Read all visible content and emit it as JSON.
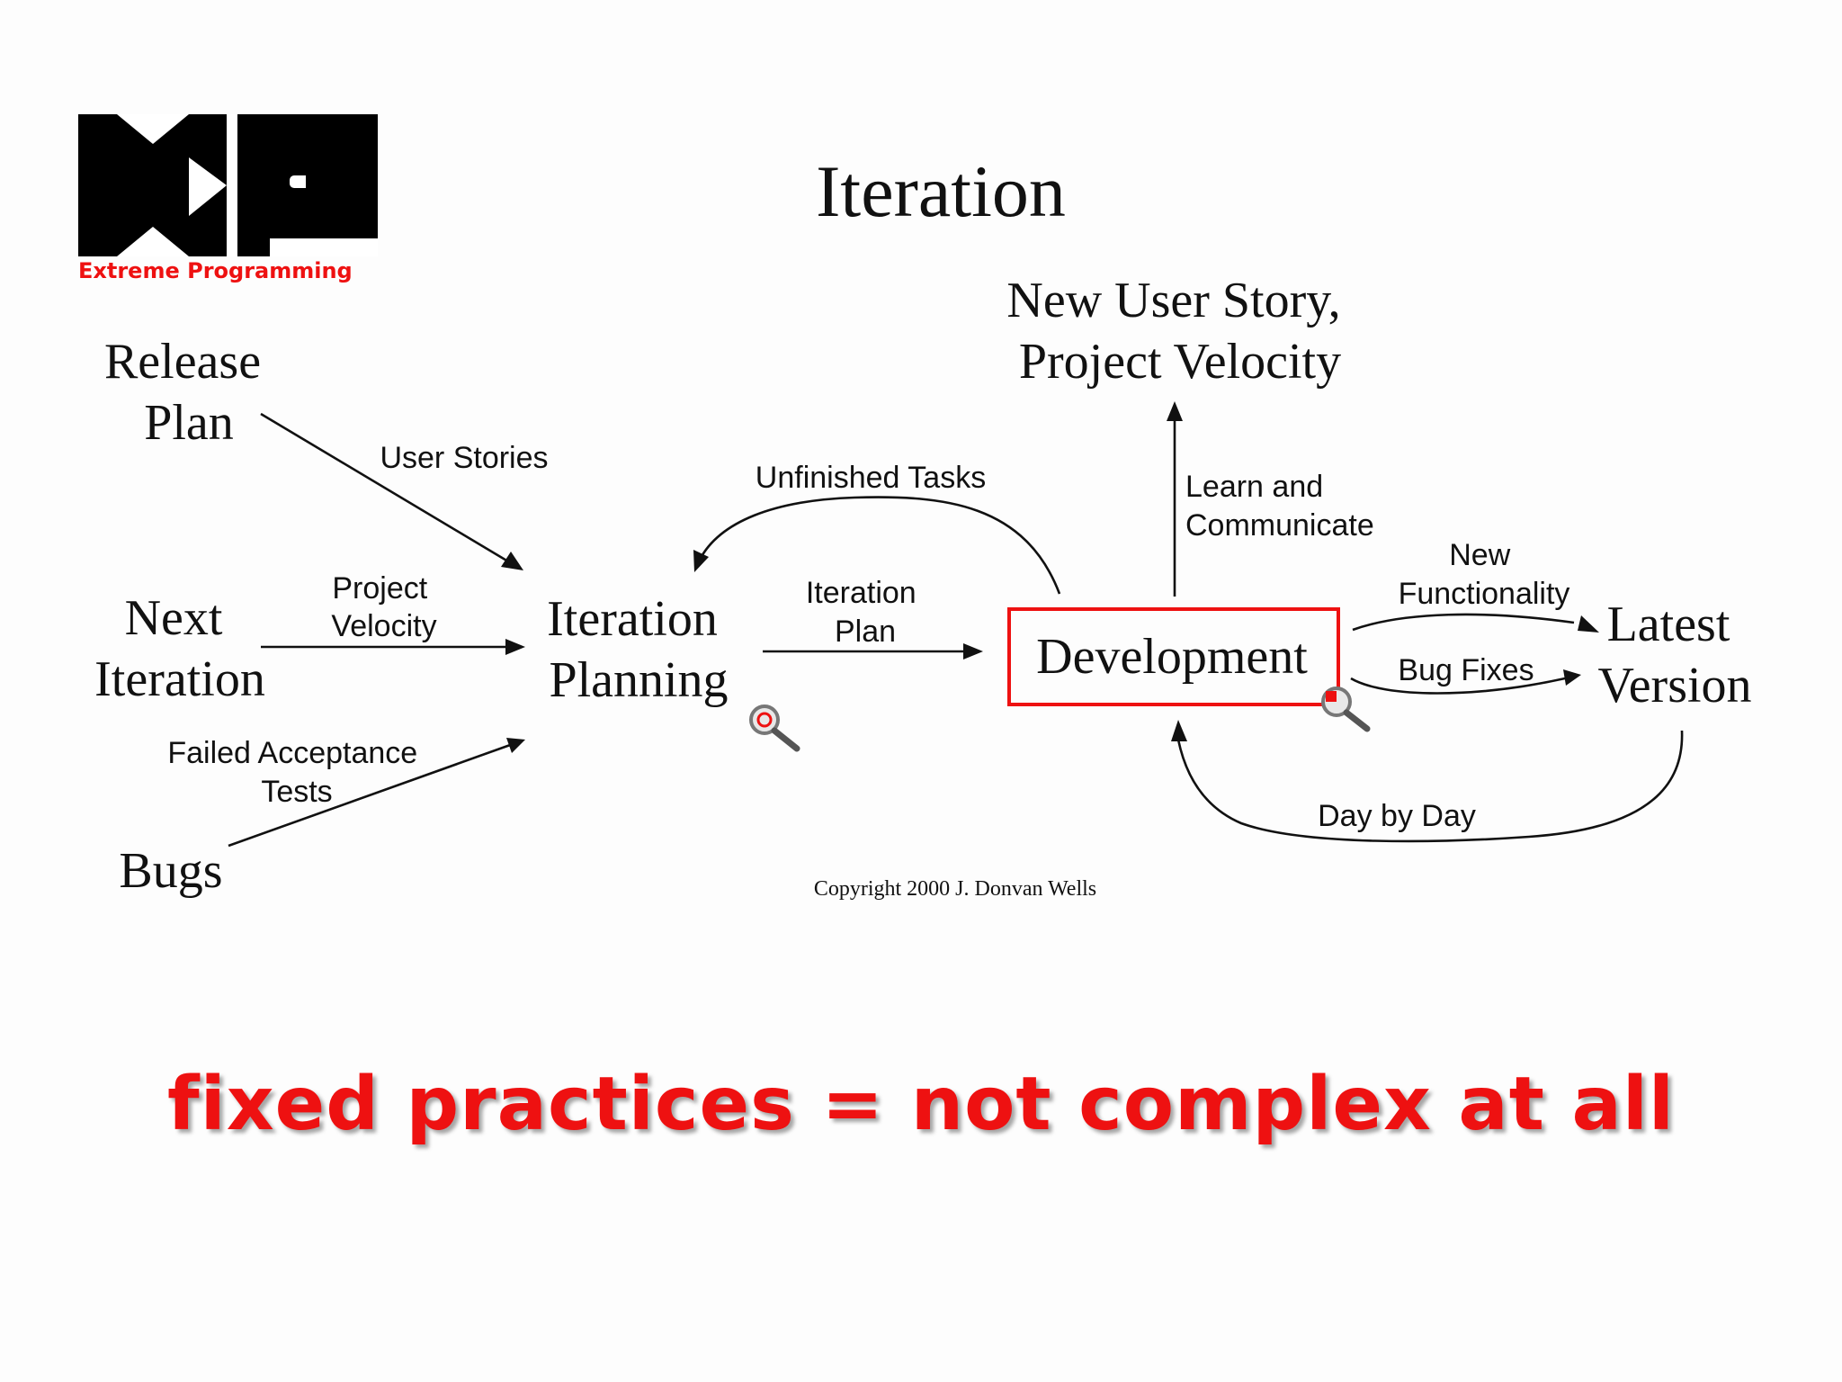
{
  "logo": {
    "letters": "XP",
    "caption": "Extreme Programming"
  },
  "title": "Iteration",
  "nodes": {
    "release_plan": [
      "Release",
      "Plan"
    ],
    "next_iteration": [
      "Next",
      "Iteration"
    ],
    "bugs": "Bugs",
    "iteration_planning": [
      "Iteration",
      "Planning"
    ],
    "development": "Development",
    "new_user_story": [
      "New User Story,",
      "Project Velocity"
    ],
    "latest_version": [
      "Latest",
      "Version"
    ]
  },
  "edge_labels": {
    "user_stories": "User Stories",
    "project_velocity": [
      "Project",
      "Velocity"
    ],
    "failed_acceptance_tests": [
      "Failed Acceptance",
      "Tests"
    ],
    "unfinished_tasks": "Unfinished Tasks",
    "iteration_plan": [
      "Iteration",
      "Plan"
    ],
    "learn_and_communicate": [
      "Learn and",
      "Communicate"
    ],
    "new_functionality": [
      "New",
      "Functionality"
    ],
    "bug_fixes": "Bug Fixes",
    "day_by_day": "Day by Day"
  },
  "copyright": "Copyright 2000 J. Donvan Wells",
  "tagline": "fixed practices = not complex at all",
  "colors": {
    "accent": "#ee1111",
    "ink": "#111111",
    "background": "#fdfdfd"
  },
  "icons": [
    "magnifier-icon",
    "magnifier-icon"
  ]
}
